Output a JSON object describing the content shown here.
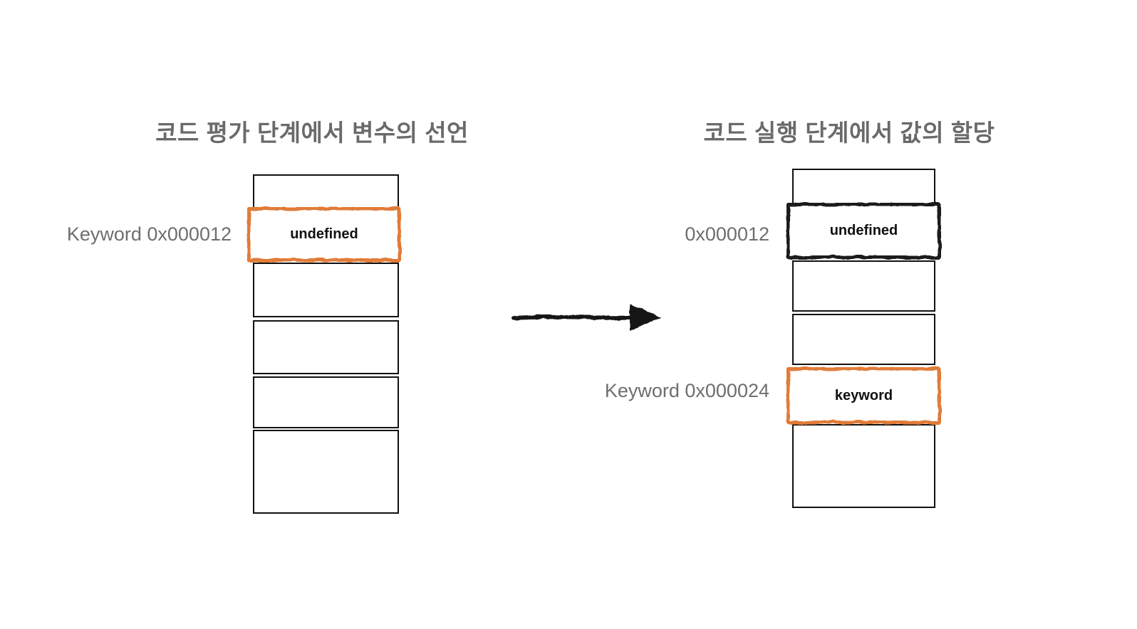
{
  "colors": {
    "accent_orange": "#e07b39",
    "sketch_black": "#1e1e1e",
    "text_gray": "#6e6e6e",
    "cell_border": "#111111",
    "background": "#ffffff"
  },
  "left_diagram": {
    "title": "코드 평가 단계에서 변수의 선언",
    "address_label": "Keyword 0x000012",
    "highlighted_cell": {
      "value": "undefined",
      "border_color_name": "orange"
    },
    "empty_cell_count": 5
  },
  "arrow": {
    "name": "right-arrow",
    "direction": "right",
    "style": "hand-drawn"
  },
  "right_diagram": {
    "title": "코드 실행 단계에서 값의 할당",
    "undefined_row": {
      "address_label": "0x000012",
      "value": "undefined",
      "border_color_name": "black"
    },
    "keyword_row": {
      "address_label": "Keyword 0x000024",
      "value": "keyword",
      "border_color_name": "orange"
    },
    "empty_cell_count": 4
  }
}
